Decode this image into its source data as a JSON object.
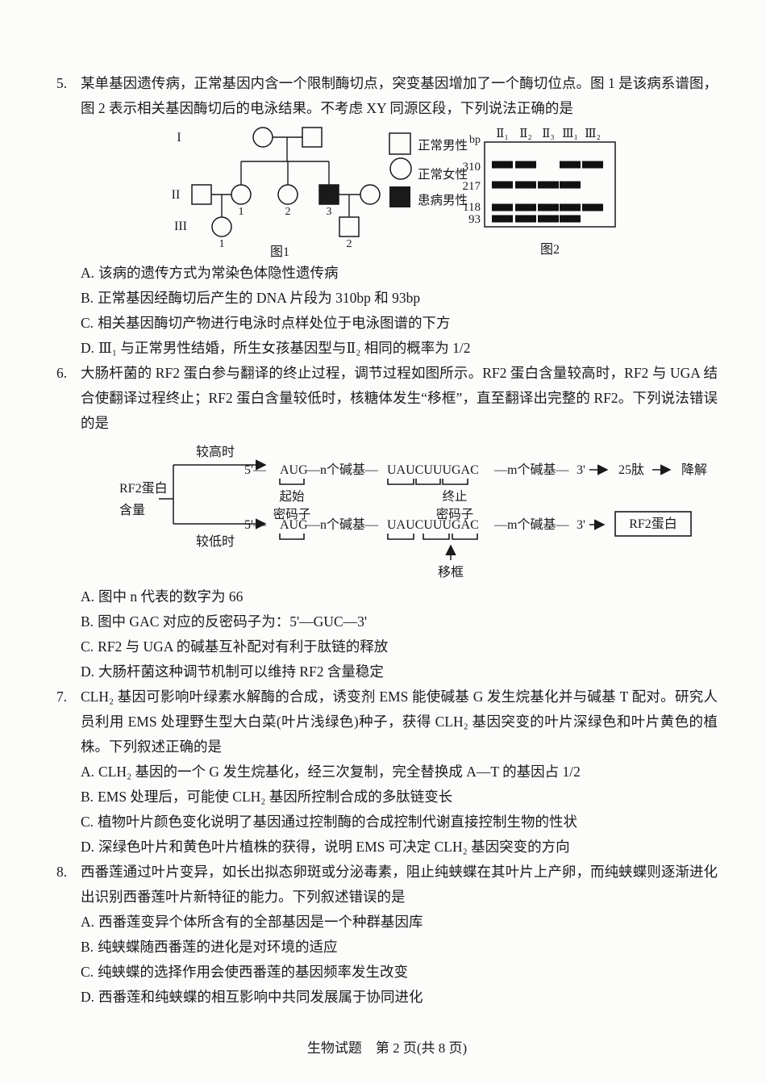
{
  "doc": {
    "footer": "生物试题　第 2 页(共 8 页)"
  },
  "q5": {
    "num": "5.",
    "stem": "某单基因遗传病，正常基因内含一个限制酶切点，突变基因增加了一个酶切位点。图 1 是该病系谱图，图 2 表示相关基因酶切后的电泳结果。不考虑 XY 同源区段，下列说法正确的是",
    "fig1": {
      "gen1": "I",
      "gen2": "II",
      "gen3": "III",
      "num_ii1": "1",
      "num_ii2": "2",
      "num_ii3": "3",
      "num_iii1": "1",
      "num_iii2": "2",
      "caption": "图1",
      "legend_normal_male": "正常男性",
      "legend_normal_female": "正常女性",
      "legend_affected_male": "患病男性"
    },
    "fig2": {
      "unit": "bp",
      "lanes": [
        "Ⅱ₁",
        "Ⅱ₂",
        "Ⅱ₃",
        "Ⅲ₁",
        "Ⅲ₂"
      ],
      "sizes": [
        "310",
        "217",
        "118",
        "93"
      ],
      "bands": [
        [
          1,
          1,
          0,
          1,
          1
        ],
        [
          1,
          1,
          1,
          1,
          0
        ],
        [
          1,
          1,
          1,
          1,
          1
        ],
        [
          1,
          1,
          1,
          1,
          0
        ]
      ],
      "caption": "图2"
    },
    "options": [
      {
        "label": "A.",
        "text": "该病的遗传方式为常染色体隐性遗传病"
      },
      {
        "label": "B.",
        "text": "正常基因经酶切后产生的 DNA 片段为 310bp 和 93bp"
      },
      {
        "label": "C.",
        "text": "相关基因酶切产物进行电泳时点样处位于电泳图谱的下方"
      },
      {
        "label": "D.",
        "text": "Ⅲ₁ 与正常男性结婚，所生女孩基因型与Ⅱ₂ 相同的概率为 1/2"
      }
    ]
  },
  "q6": {
    "num": "6.",
    "stem": "大肠杆菌的 RF2 蛋白参与翻译的终止过程，调节过程如图所示。RF2 蛋白含量较高时，RF2 与 UGA 结合使翻译过程终止；RF2 蛋白含量较低时，核糖体发生“移框”，直至翻译出完整的 RF2。下列说法错误的是",
    "diagram": {
      "left_label_1": "RF2蛋白",
      "left_label_2": "含量",
      "high_label": "较高时",
      "low_label": "较低时",
      "seq_p5": "5'—",
      "seq_start": "AUG",
      "seq_mid1": "—n个碱基—",
      "seq_core": "UAUCUUUGAC",
      "seq_mid2": "—m个碱基—",
      "seq_p3": "3'",
      "start_codon_1": "起始",
      "start_codon_2": "密码子",
      "stop_codon_1": "终止",
      "stop_codon_2": "密码子",
      "peptide": "25肽",
      "degrade": "降解",
      "frameshift": "移框",
      "product": "RF2蛋白"
    },
    "options": [
      {
        "label": "A.",
        "text": "图中 n 代表的数字为 66"
      },
      {
        "label": "B.",
        "text": "图中 GAC 对应的反密码子为：5'—GUC—3'"
      },
      {
        "label": "C.",
        "text": "RF2 与 UGA 的碱基互补配对有利于肽链的释放"
      },
      {
        "label": "D.",
        "text": "大肠杆菌这种调节机制可以维持 RF2 含量稳定"
      }
    ]
  },
  "q7": {
    "num": "7.",
    "stem": "CLH₂ 基因可影响叶绿素水解酶的合成，诱变剂 EMS 能使碱基 G 发生烷基化并与碱基 T 配对。研究人员利用 EMS 处理野生型大白菜(叶片浅绿色)种子，获得 CLH₂ 基因突变的叶片深绿色和叶片黄色的植株。下列叙述正确的是",
    "options": [
      {
        "label": "A.",
        "text": "CLH₂ 基因的一个 G 发生烷基化，经三次复制，完全替换成 A—T 的基因占 1/2"
      },
      {
        "label": "B.",
        "text": "EMS 处理后，可能使 CLH₂ 基因所控制合成的多肽链变长"
      },
      {
        "label": "C.",
        "text": "植物叶片颜色变化说明了基因通过控制酶的合成控制代谢直接控制生物的性状"
      },
      {
        "label": "D.",
        "text": "深绿色叶片和黄色叶片植株的获得，说明 EMS 可决定 CLH₂ 基因突变的方向"
      }
    ]
  },
  "q8": {
    "num": "8.",
    "stem": "西番莲通过叶片变异，如长出拟态卵斑或分泌毒素，阻止纯蛱蝶在其叶片上产卵，而纯蛱蝶则逐渐进化出识别西番莲叶片新特征的能力。下列叙述错误的是",
    "options": [
      {
        "label": "A.",
        "text": "西番莲变异个体所含有的全部基因是一个种群基因库"
      },
      {
        "label": "B.",
        "text": "纯蛱蝶随西番莲的进化是对环境的适应"
      },
      {
        "label": "C.",
        "text": "纯蛱蝶的选择作用会使西番莲的基因频率发生改变"
      },
      {
        "label": "D.",
        "text": "西番莲和纯蛱蝶的相互影响中共同发展属于协同进化"
      }
    ]
  }
}
